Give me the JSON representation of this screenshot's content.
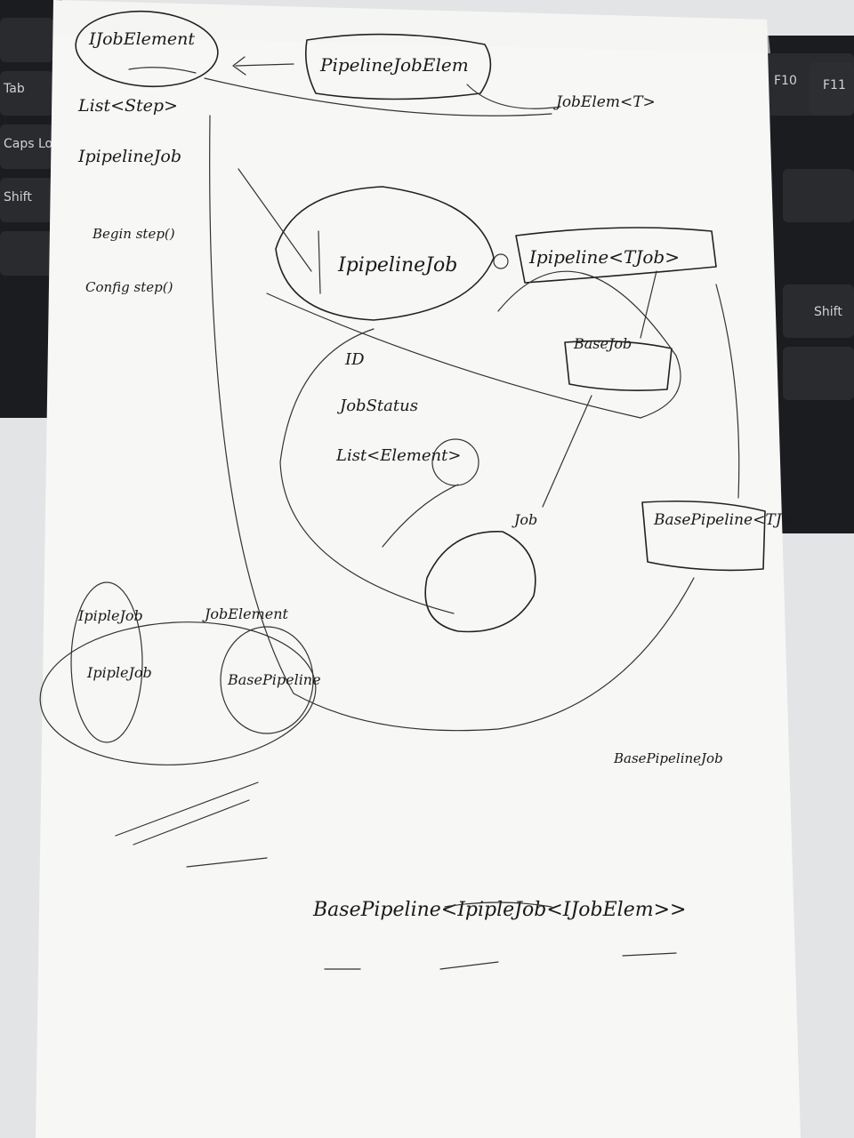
{
  "keyboard": {
    "keys": [
      "Tab",
      "Caps Lock",
      "Shift",
      "F10",
      "F11",
      "Shift"
    ]
  },
  "notes": {
    "top_left_block": [
      "IJobElement",
      "List<Step>",
      "IpipelineJob",
      "Begin step()",
      "Config step()"
    ],
    "top_right": [
      "PipelineJobElem",
      "JobElem<T>"
    ],
    "center": [
      "IpipelineJob",
      "ID",
      "JobStatus",
      "List<Element>",
      "Ipipeline<TJob>",
      "BaseJob",
      "Job",
      "BasePipeline<TJ>"
    ],
    "bottom_left": [
      "IpipleJob",
      "JobElement",
      "IpipleJob",
      "BasePipeline"
    ],
    "bottom_right": [
      "BasePipelineJob"
    ],
    "formula": {
      "expression": "BasePipeline<IpipleJob<IJobElem>>"
    }
  }
}
